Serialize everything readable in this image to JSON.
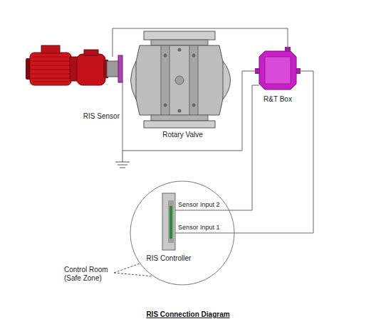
{
  "diagram": {
    "title": "RIS Connection Diagram",
    "nodes": [
      {
        "text": [
          "RIS Sensor"
        ]
      },
      {
        "text": [
          "Rotary Valve"
        ]
      },
      {
        "text": [
          "R&T Box"
        ]
      },
      {
        "text": [
          "Control Room (Safe Zone)"
        ]
      },
      {
        "text": [
          "RIS Controller"
        ],
        "in": 3
      }
    ],
    "edges": [
      {
        "from": 0,
        "to": 2,
        "arrow": "none"
      },
      {
        "from": 0,
        "to": 2,
        "arrow": "none"
      },
      {
        "from": 2,
        "to": 4,
        "label": "Sensor Input 2",
        "arrow": "none"
      },
      {
        "from": 2,
        "to": 4,
        "label": "Sensor Input 1",
        "arrow": "none"
      }
    ]
  }
}
